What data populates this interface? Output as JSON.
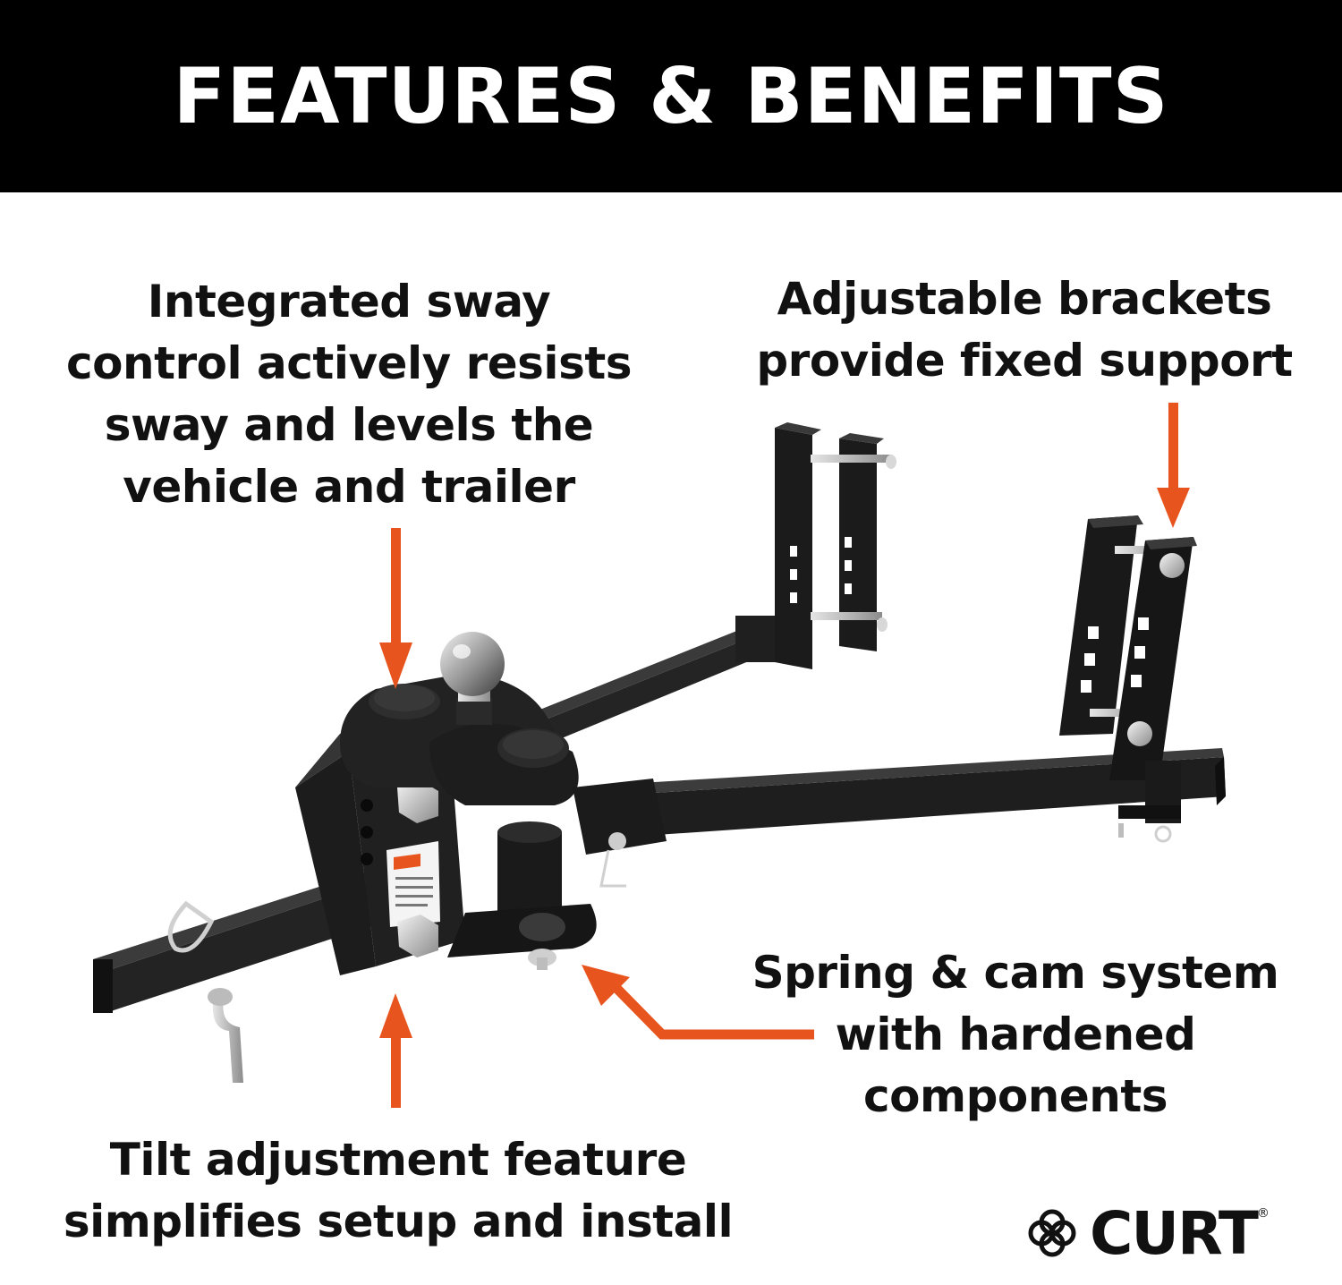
{
  "header": {
    "title": "FEATURES & BENEFITS"
  },
  "callouts": {
    "sway": [
      "Integrated sway",
      "control actively resists",
      "sway and levels the",
      "vehicle and trailer"
    ],
    "brackets": [
      "Adjustable brackets",
      "provide fixed support"
    ],
    "spring": [
      "Spring & cam system",
      "with hardened",
      "components"
    ],
    "tilt": [
      "Tilt adjustment feature",
      "simplifies setup and install"
    ]
  },
  "logo": {
    "text": "CURT",
    "reg": "®"
  },
  "colors": {
    "arrow": "#e8541e",
    "banner": "#000000",
    "text": "#111111",
    "hitch": "#1c1c1c"
  }
}
